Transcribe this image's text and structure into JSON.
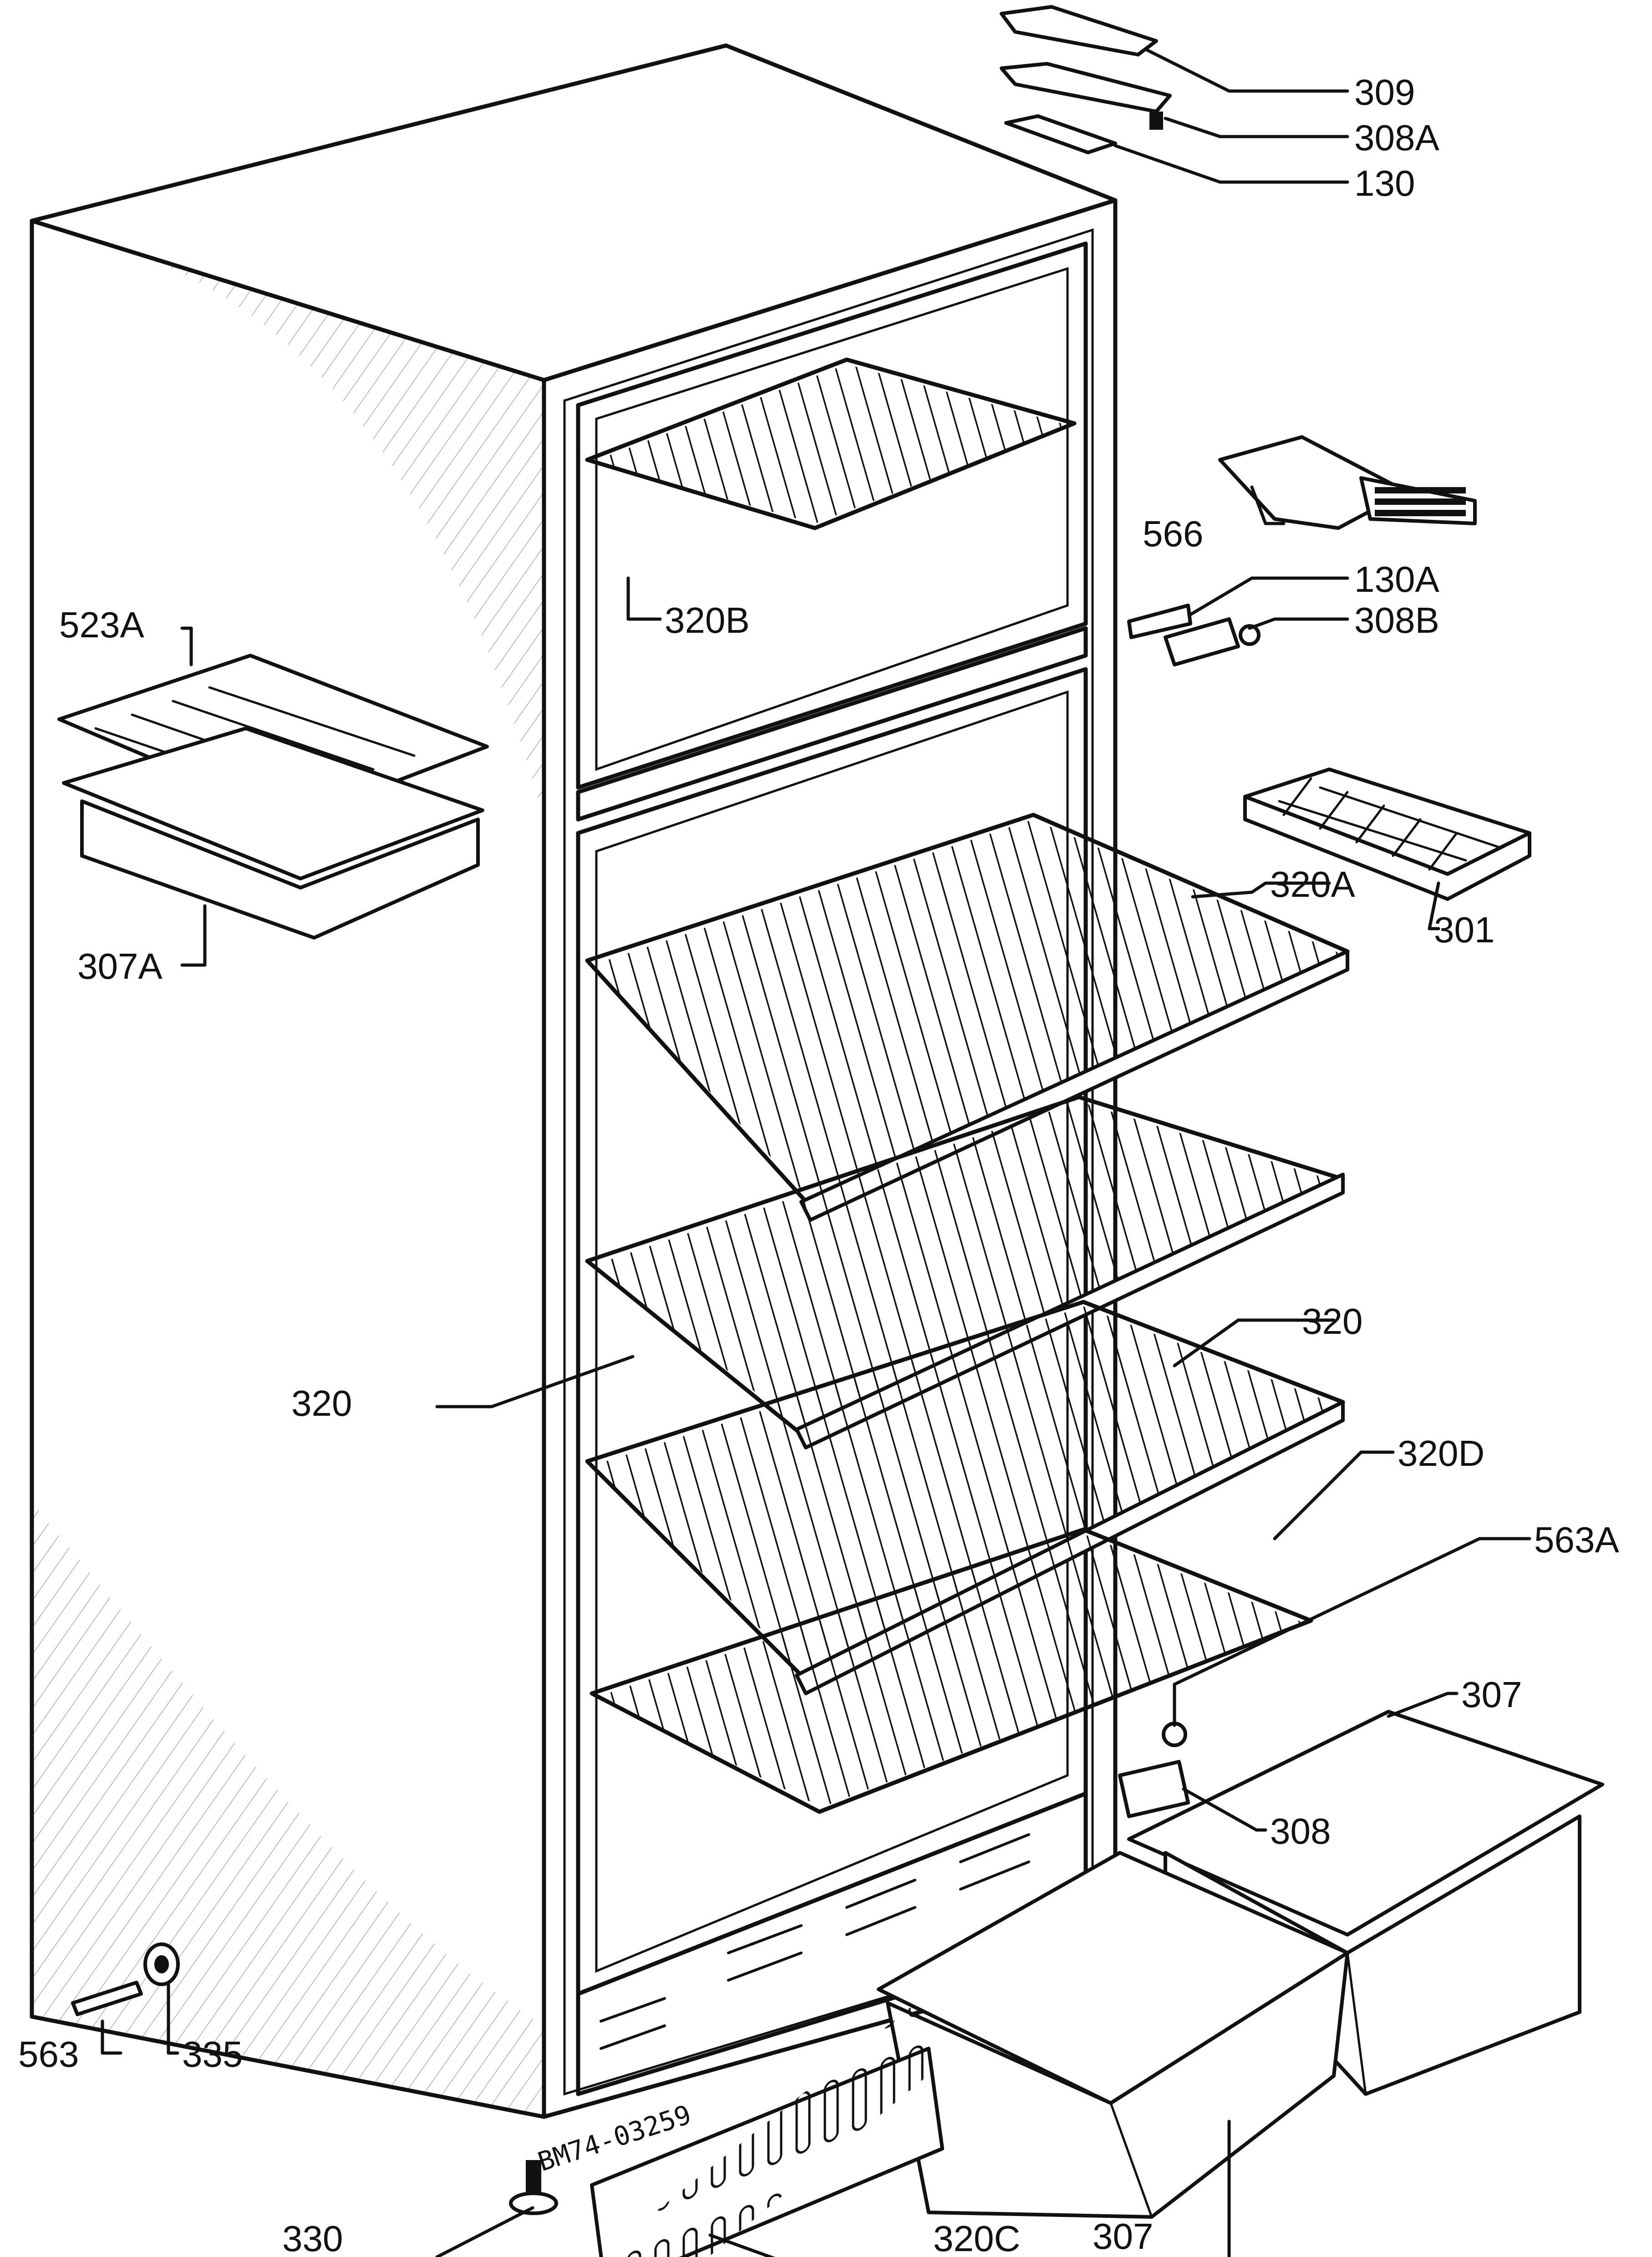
{
  "diagram_code": "BM74-03259",
  "labels": {
    "p309": "309",
    "p308a": "308A",
    "p130": "130",
    "p566": "566",
    "p130a": "130A",
    "p308b": "308B",
    "p523a": "523A",
    "p320b": "320B",
    "p307a": "307A",
    "p320a": "320A",
    "p301": "301",
    "p320_right": "320",
    "p320_left": "320",
    "p320d": "320D",
    "p563a": "563A",
    "p307_right": "307",
    "p308": "308",
    "p563": "563",
    "p335": "335",
    "p330": "330",
    "p320c": "320C",
    "p307_bottom": "307"
  }
}
